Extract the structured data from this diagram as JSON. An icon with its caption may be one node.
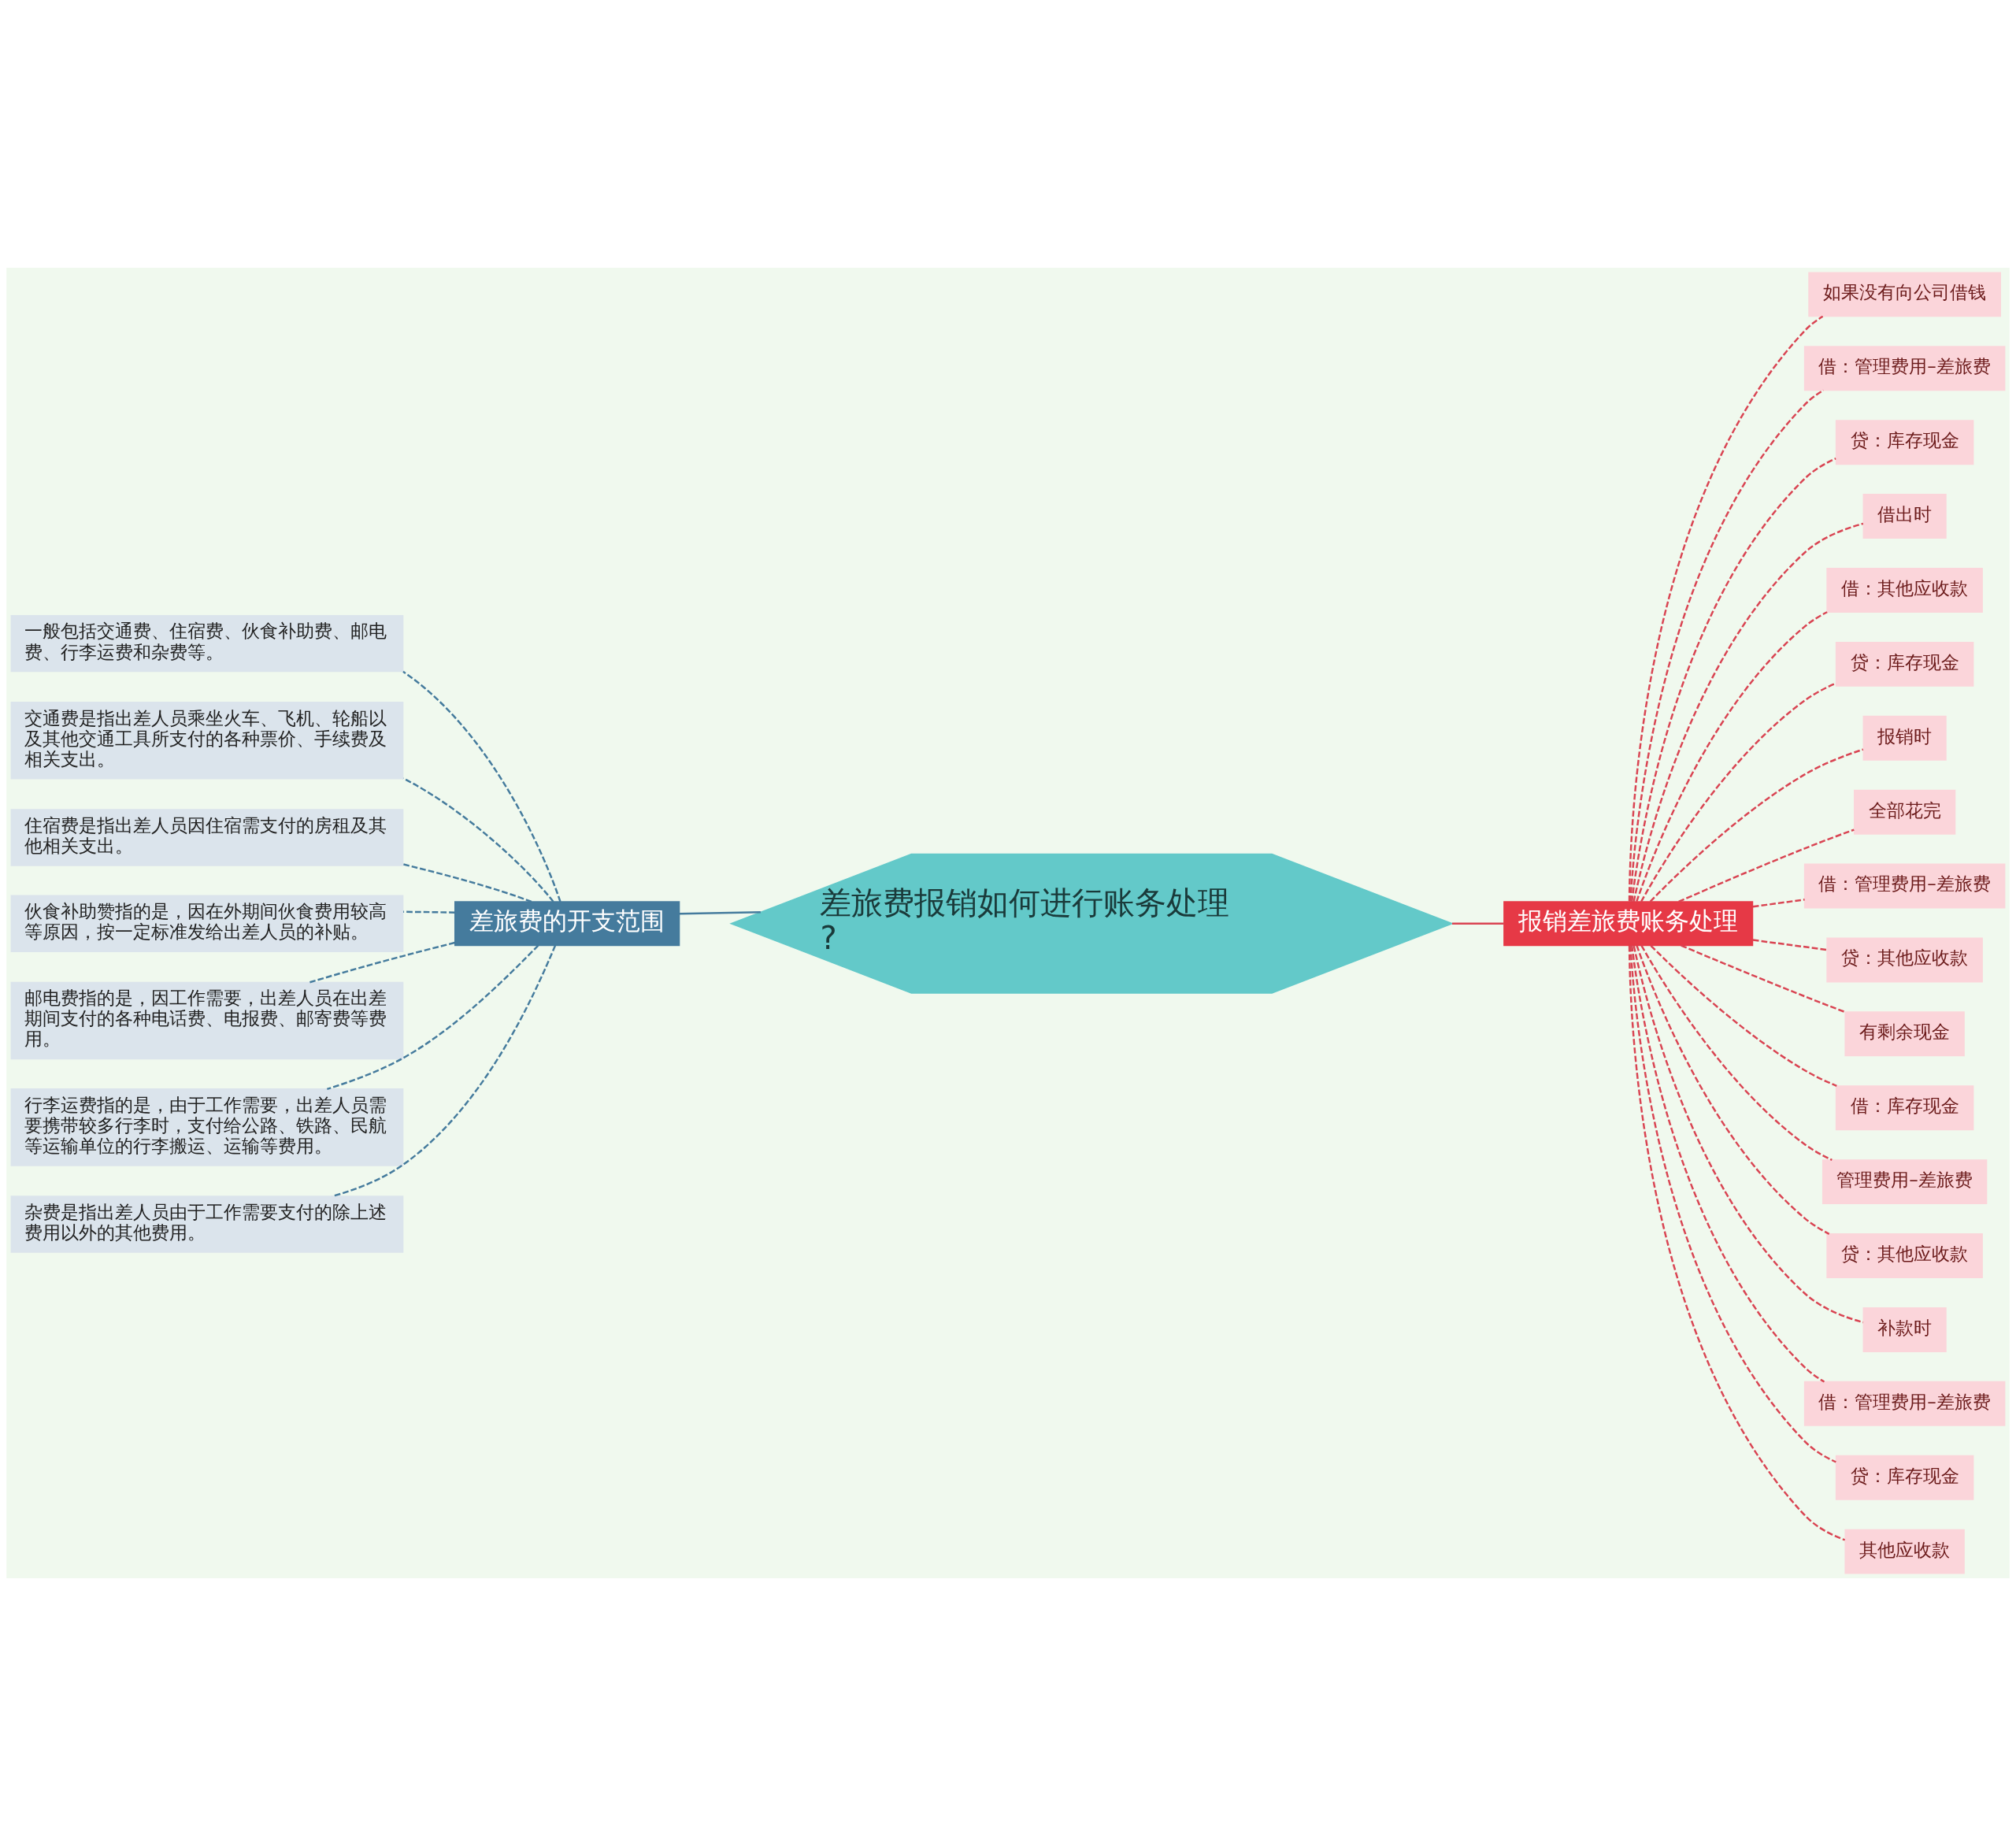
{
  "diagram": {
    "nodes": [
      {
        "text": [
          "差旅费报销如何进行账务处理?"
        ]
      },
      {
        "text": [
          "差旅费的开支范围"
        ]
      },
      {
        "text": [
          "一般包括交通费、住宿费、伙食补助费、邮电费、行李运费和杂费等。"
        ]
      },
      {
        "text": [
          "交通费是指出差人员乘坐火车、飞机、轮船以及其他交通工具所支付的各种票价、手续费及相关支出。"
        ]
      },
      {
        "text": [
          "住宿费是指出差人员因住宿需支付的房租及其他相关支出。"
        ]
      },
      {
        "text": [
          "伙食补助赞指的是，因在外期间伙食费用较高等原因，按一定标准发给出差人员的补贴。"
        ]
      },
      {
        "text": [
          "邮电费指的是，因工作需要，出差人员在出差期间支付的各种电话费、电报费、邮寄费等费用。"
        ]
      },
      {
        "text": [
          "行李运费指的是，由于工作需要，出差人员需要携带较多行李时，支付给公路、铁路、民航等运输单位的行李搬运、运输等费用。"
        ]
      },
      {
        "text": [
          "杂费是指出差人员由于工作需要支付的除上述费用以外的其他费用。"
        ]
      },
      {
        "text": [
          "报销差旅费账务处理"
        ]
      },
      {
        "text": [
          "如果没有向公司借钱"
        ]
      },
      {
        "text": [
          "借：管理费用–差旅费"
        ]
      },
      {
        "text": [
          "贷：库存现金"
        ]
      },
      {
        "text": [
          "借出时"
        ]
      },
      {
        "text": [
          "借：其他应收款"
        ]
      },
      {
        "text": [
          "贷：库存现金"
        ]
      },
      {
        "text": [
          "报销时"
        ]
      },
      {
        "text": [
          "全部花完"
        ]
      },
      {
        "text": [
          "借：管理费用–差旅费"
        ]
      },
      {
        "text": [
          "贷：其他应收款"
        ]
      },
      {
        "text": [
          "有剩余现金"
        ]
      },
      {
        "text": [
          "借：库存现金"
        ]
      },
      {
        "text": [
          "管理费用–差旅费"
        ]
      },
      {
        "text": [
          "贷：其他应收款"
        ]
      },
      {
        "text": [
          "补款时"
        ]
      },
      {
        "text": [
          "借：管理费用–差旅费"
        ]
      },
      {
        "text": [
          "贷：库存现金"
        ]
      },
      {
        "text": [
          "其他应收款"
        ]
      }
    ],
    "edges": [
      {
        "from": 0,
        "to": 1,
        "arrow": "none",
        "color": "#457b9d"
      },
      {
        "from": 1,
        "to": 2,
        "arrow": "none",
        "style": "dashed",
        "color": "#457b9d"
      },
      {
        "from": 1,
        "to": 3,
        "arrow": "none",
        "style": "dashed",
        "color": "#457b9d"
      },
      {
        "from": 1,
        "to": 4,
        "arrow": "none",
        "style": "dashed",
        "color": "#457b9d"
      },
      {
        "from": 1,
        "to": 5,
        "arrow": "none",
        "style": "dashed",
        "color": "#457b9d"
      },
      {
        "from": 1,
        "to": 6,
        "arrow": "none",
        "style": "dashed",
        "color": "#457b9d"
      },
      {
        "from": 1,
        "to": 7,
        "arrow": "none",
        "style": "dashed",
        "color": "#457b9d"
      },
      {
        "from": 1,
        "to": 8,
        "arrow": "none",
        "style": "dashed",
        "color": "#457b9d"
      },
      {
        "from": 0,
        "to": 9,
        "arrow": "none"
      },
      {
        "from": 9,
        "to": 10,
        "arrow": "none",
        "style": "dashed"
      },
      {
        "from": 9,
        "to": 11,
        "arrow": "none",
        "style": "dashed"
      },
      {
        "from": 9,
        "to": 12,
        "arrow": "none",
        "style": "dashed"
      },
      {
        "from": 9,
        "to": 13,
        "arrow": "none",
        "style": "dashed"
      },
      {
        "from": 9,
        "to": 14,
        "arrow": "none",
        "style": "dashed"
      },
      {
        "from": 9,
        "to": 15,
        "arrow": "none",
        "style": "dashed"
      },
      {
        "from": 9,
        "to": 16,
        "arrow": "none",
        "style": "dashed"
      },
      {
        "from": 9,
        "to": 17,
        "arrow": "none",
        "style": "dashed"
      },
      {
        "from": 9,
        "to": 18,
        "arrow": "none",
        "style": "dashed"
      },
      {
        "from": 9,
        "to": 19,
        "arrow": "none",
        "style": "dashed"
      },
      {
        "from": 9,
        "to": 20,
        "arrow": "none",
        "style": "dashed"
      },
      {
        "from": 9,
        "to": 21,
        "arrow": "none",
        "style": "dashed"
      },
      {
        "from": 9,
        "to": 22,
        "arrow": "none",
        "style": "dashed"
      },
      {
        "from": 9,
        "to": 23,
        "arrow": "none",
        "style": "dashed"
      },
      {
        "from": 9,
        "to": 24,
        "arrow": "none",
        "style": "dashed"
      },
      {
        "from": 9,
        "to": 25,
        "arrow": "none",
        "style": "dashed"
      },
      {
        "from": 9,
        "to": 26,
        "arrow": "none",
        "style": "dashed"
      },
      {
        "from": 9,
        "to": 27,
        "arrow": "none",
        "style": "dashed"
      }
    ]
  }
}
